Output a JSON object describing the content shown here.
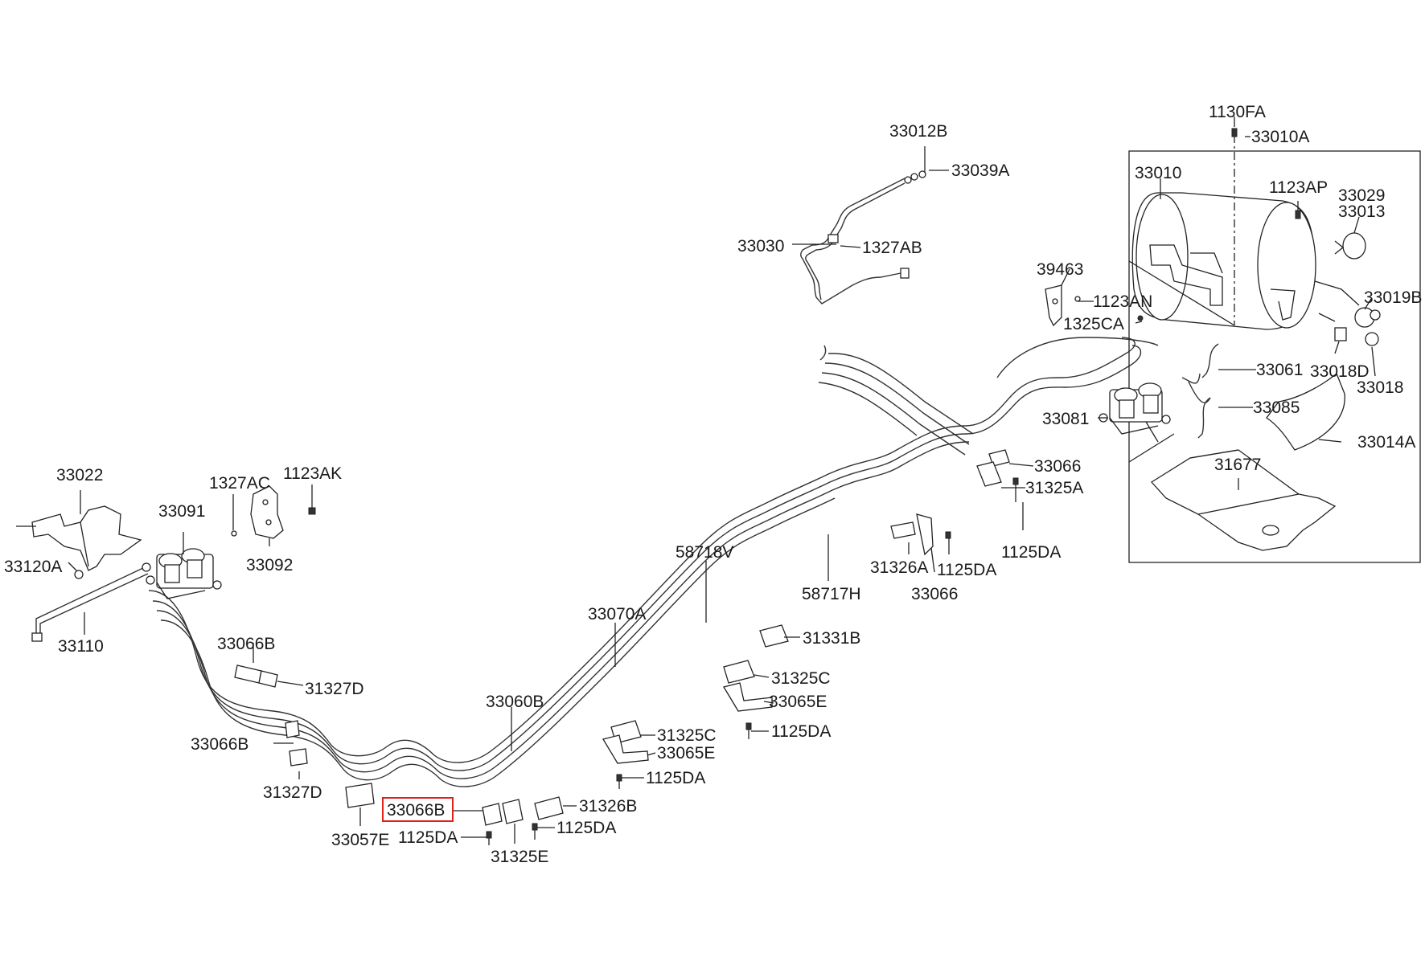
{
  "diagram": {
    "highlighted_part": "33066B",
    "highlight_color": "#e0201b",
    "labels": {
      "p33012B": "33012B",
      "p33039A": "33039A",
      "p33030": "33030",
      "p1327AB": "1327AB",
      "p1130FA": "1130FA",
      "p33010A": "33010A",
      "p33010": "33010",
      "p1123AP": "1123AP",
      "p33029": "33029",
      "p33013": "33013",
      "p39463": "39463",
      "p1123AN": "1123AN",
      "p1325CA": "1325CA",
      "p33019B": "33019B",
      "p33061": "33061",
      "p33018D": "33018D",
      "p33018": "33018",
      "p33081": "33081",
      "p33085": "33085",
      "p33014A": "33014A",
      "p33066_top": "33066",
      "p31325A": "31325A",
      "p31677": "31677",
      "p1125DA_a": "1125DA",
      "p31326A": "31326A",
      "p1125DA_b": "1125DA",
      "p33066_mid": "33066",
      "p33022": "33022",
      "p1327AC": "1327AC",
      "p1123AK": "1123AK",
      "p33091": "33091",
      "p33120A": "33120A",
      "p33092": "33092",
      "p58718V": "58718V",
      "p58717H": "58717H",
      "p33110": "33110",
      "p33070A": "33070A",
      "p31331B": "31331B",
      "p33066B_a": "33066B",
      "p31327D_a": "31327D",
      "p31325C_a": "31325C",
      "p33060B": "33060B",
      "p33065E_a": "33065E",
      "p1125DA_c": "1125DA",
      "p33066B_b": "33066B",
      "p31325C_b": "31325C",
      "p33065E_b": "33065E",
      "p1125DA_d": "1125DA",
      "p31327D_b": "31327D",
      "p33066B_hl": "33066B",
      "p31326B": "31326B",
      "p1125DA_e": "1125DA",
      "p1125DA_f": "1125DA",
      "p33057E": "33057E",
      "p31325E": "31325E"
    }
  }
}
